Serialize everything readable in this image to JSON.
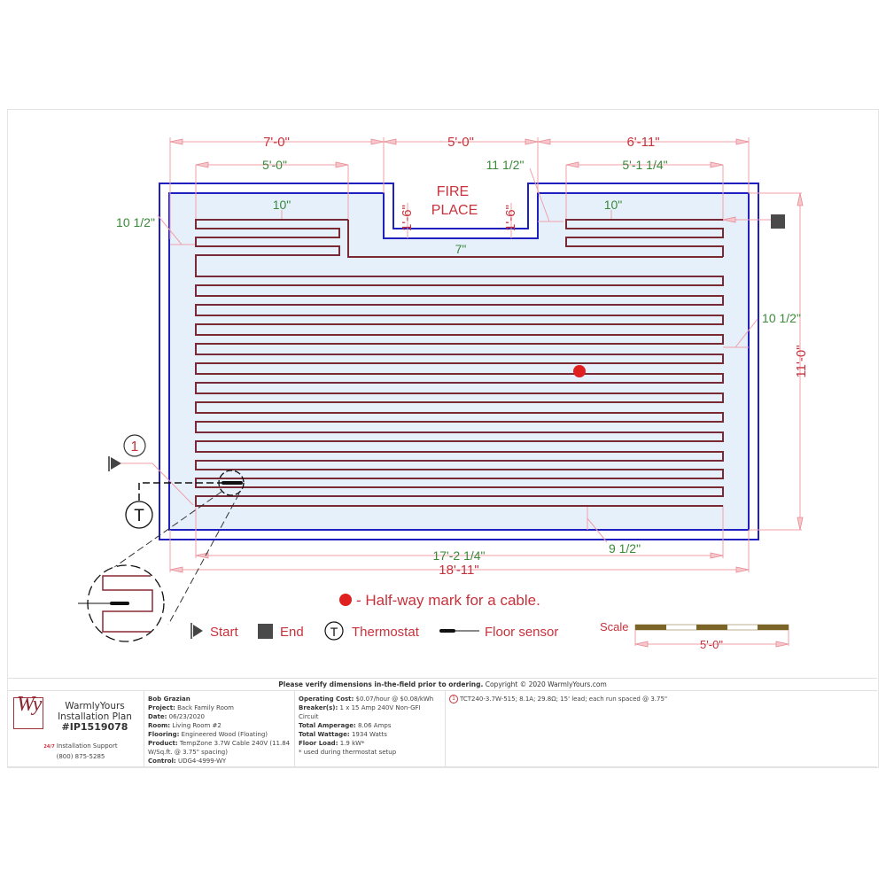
{
  "plan": {
    "dimensions": {
      "top_overall_left": "7'-0\"",
      "top_overall_mid": "5'-0\"",
      "top_overall_right": "6'-11\"",
      "top_inner_left": "5'-0\"",
      "top_inner_right": "5'-1 1/4\"",
      "fireplace_gap_right": "11 1/2\"",
      "fireplace_depth_left": "1'-6\"",
      "fireplace_depth_right": "1'-6\"",
      "fireplace_bottom_clearance": "7\"",
      "top_clearance_left": "10\"",
      "top_clearance_right": "10\"",
      "left_clearance": "10 1/2\"",
      "right_clearance": "10 1/2\"",
      "bottom_clearance": "9 1/2\"",
      "height_overall": "11'-0\"",
      "width_cable": "17'-2 1/4\"",
      "width_overall": "18'-11\""
    },
    "fireplace_label_line1": "FIRE",
    "fireplace_label_line2": "PLACE",
    "circuit_marker": "1",
    "thermostat_symbol": "T",
    "colors": {
      "wall": "#2020c0",
      "floor_fill": "#e6f0fb",
      "cable": "#7a2a35",
      "dimension_red": "#c8323c",
      "dimension_green": "#3a8a3a",
      "halfway_mark": "#e02020",
      "end_marker": "#4a4a4a"
    }
  },
  "legend": {
    "halfway_note": "- Half-way mark for a cable.",
    "start_label": "Start",
    "end_label": "End",
    "thermostat_label": "Thermostat",
    "thermostat_symbol": "T",
    "sensor_label": "Floor sensor",
    "scale_label": "Scale",
    "scale_value": "5'-0\""
  },
  "notice": {
    "bold_text": "Please verify dimensions in-the-field prior to ordering.",
    "copyright": " Copyright © 2020 WarmlyYours.com"
  },
  "title_block": {
    "logo_letters": "Wy",
    "brand_name": "WarmlyYours",
    "doc_title": "Installation Plan",
    "plan_id": "#IP1519078",
    "support_badge": "24/7",
    "support_label": "Installation Support",
    "support_phone": "(800) 875-5285",
    "customer": "Bob Grazian",
    "project": {
      "label": "Project:",
      "value": " Back Family Room"
    },
    "date": {
      "label": "Date:",
      "value": " 06/23/2020"
    },
    "room": {
      "label": "Room:",
      "value": " Living Room #2"
    },
    "flooring": {
      "label": "Flooring:",
      "value": " Engineered Wood (Floating)"
    },
    "product": {
      "label": "Product:",
      "value": " TempZone 3.7W Cable 240V (11.84 W/Sq.ft. @ 3.75\" spacing)"
    },
    "control": {
      "label": "Control:",
      "value": " UDG4-4999-WY"
    },
    "operating_cost": {
      "label": "Operating Cost:",
      "value": " $0.07/hour @ $0.08/kWh"
    },
    "breakers": {
      "label": "Breaker(s):",
      "value": " 1 x 15 Amp 240V Non-GFI Circuit"
    },
    "amperage": {
      "label": "Total Amperage:",
      "value": " 8.06 Amps"
    },
    "wattage": {
      "label": "Total Wattage:",
      "value": " 1934 Watts"
    },
    "floor_load": {
      "label": "Floor Load:",
      "value": " 1.9 kW*"
    },
    "footnote": "* used during thermostat setup",
    "circuit_number": "1",
    "circuit_spec": "TCT240-3.7W-515; 8.1A; 29.8Ω; 15' lead; each run spaced @ 3.75\""
  }
}
